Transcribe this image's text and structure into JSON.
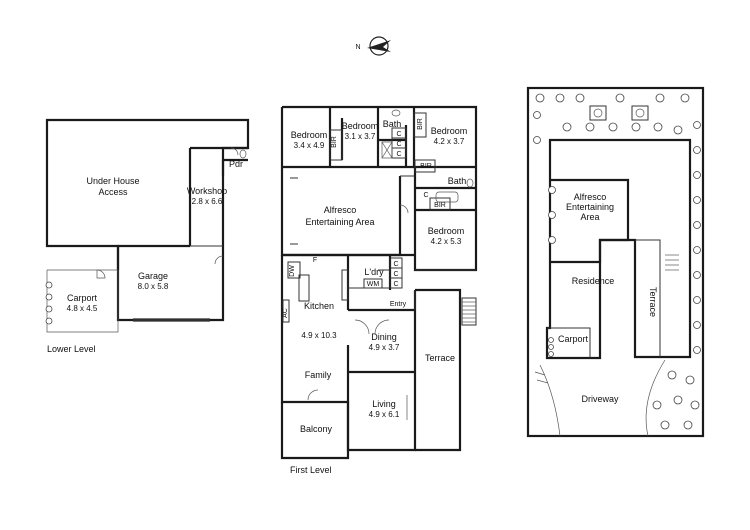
{
  "compass": {
    "north_label": "N"
  },
  "lower_level": {
    "title": "Lower Level",
    "rooms": {
      "under_house": {
        "name_line1": "Under House",
        "name_line2": "Access"
      },
      "pdr": {
        "name": "Pdr"
      },
      "workshop": {
        "name": "Workshop",
        "size": "2.8 x 6.6"
      },
      "garage": {
        "name": "Garage",
        "size": "8.0 x 5.8"
      },
      "carport": {
        "name": "Carport",
        "size": "4.8 x 4.5"
      }
    }
  },
  "first_level": {
    "title": "First Level",
    "rooms": {
      "bedroom1": {
        "name": "Bedroom",
        "size": "3.4 x 4.9"
      },
      "bedroom2": {
        "name": "Bedroom",
        "size": "3.1 x 3.7"
      },
      "bath1": {
        "name": "Bath"
      },
      "bedroom3": {
        "name": "Bedroom",
        "size": "4.2 x 3.7"
      },
      "bath2": {
        "name": "Bath"
      },
      "bedroom4": {
        "name": "Bedroom",
        "size": "4.2 x 5.3"
      },
      "alfresco": {
        "name_line1": "Alfresco",
        "name_line2": "Entertaining Area"
      },
      "laundry": {
        "name": "L'dry"
      },
      "kitchen": {
        "name": "Kitchen",
        "size": "4.9 x 10.3"
      },
      "dining": {
        "name": "Dining",
        "size": "4.9 x 3.7"
      },
      "entry": {
        "name": "Entry"
      },
      "terrace": {
        "name": "Terrace"
      },
      "family": {
        "name": "Family"
      },
      "living": {
        "name": "Living",
        "size": "4.9 x 6.1"
      },
      "balcony": {
        "name": "Balcony"
      }
    },
    "markers": {
      "bir": "BIR",
      "c": "C",
      "f": "F",
      "dw": "DW",
      "wm": "WM",
      "ac": "AC"
    }
  },
  "site_plan": {
    "alfresco": {
      "name_line1": "Alfresco",
      "name_line2": "Entertaining",
      "name_line3": "Area"
    },
    "residence": {
      "name": "Residence"
    },
    "terrace": {
      "name": "Terrace"
    },
    "carport": {
      "name": "Carport"
    },
    "driveway": {
      "name": "Driveway"
    }
  }
}
